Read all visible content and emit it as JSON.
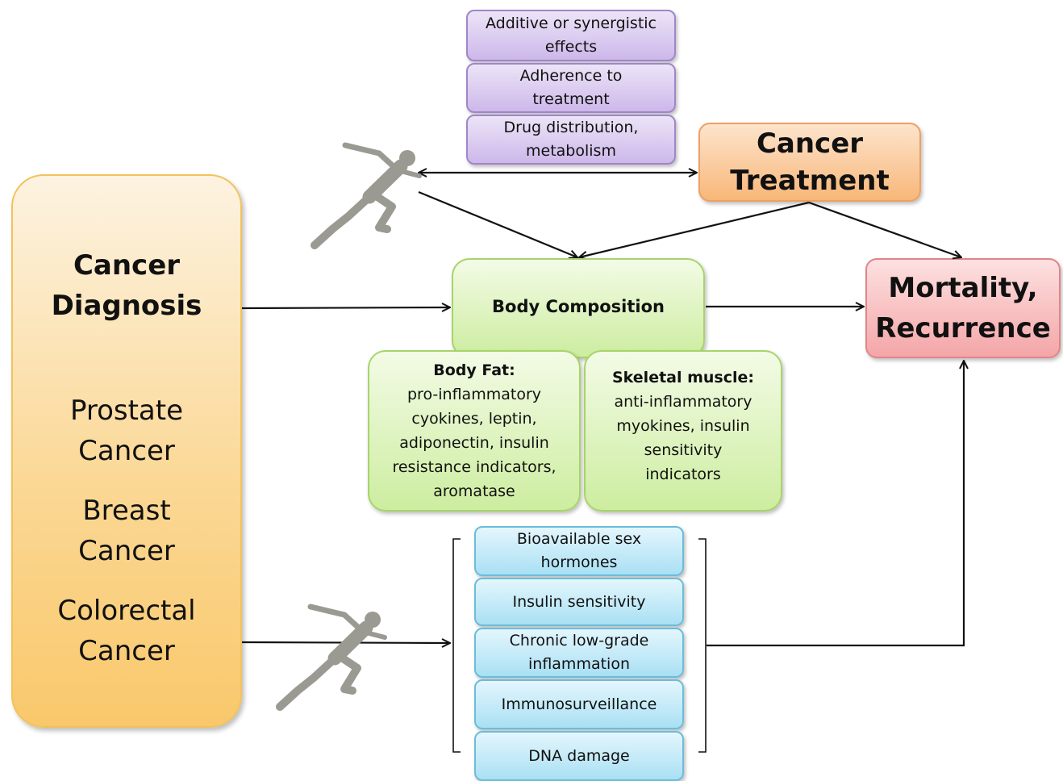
{
  "mechanisms_top": [
    {
      "lines": [
        "Additive or synergistic",
        "effects"
      ]
    },
    {
      "lines": [
        "Adherence to",
        "treatment"
      ]
    },
    {
      "lines": [
        "Drug distribution,",
        "metabolism"
      ]
    }
  ],
  "cancer_treatment": {
    "lines": [
      "Cancer",
      "Treatment"
    ]
  },
  "cancer_diagnosis": {
    "title_lines": [
      "Cancer",
      "Diagnosis"
    ],
    "types": [
      {
        "lines": [
          "Prostate",
          "Cancer"
        ]
      },
      {
        "lines": [
          "Breast",
          "Cancer"
        ]
      },
      {
        "lines": [
          "Colorectal",
          "Cancer"
        ]
      }
    ]
  },
  "body_composition": {
    "title": "Body Composition",
    "body_fat": {
      "heading": "Body Fat:",
      "lines": [
        "pro-inflammatory",
        "cyokines, leptin,",
        "adiponectin, insulin",
        "resistance indicators,",
        "aromatase"
      ]
    },
    "skeletal_muscle": {
      "heading": "Skeletal muscle:",
      "lines": [
        "anti-inflammatory",
        "myokines, insulin",
        "sensitivity",
        "indicators"
      ]
    }
  },
  "mortality": {
    "lines": [
      "Mortality,",
      "Recurrence"
    ]
  },
  "mechanisms_bottom": [
    {
      "lines": [
        "Bioavailable sex",
        "hormones"
      ]
    },
    {
      "lines": [
        "Insulin sensitivity"
      ]
    },
    {
      "lines": [
        "Chronic low-grade",
        "inflammation"
      ]
    },
    {
      "lines": [
        "Immunosurveillance"
      ]
    },
    {
      "lines": [
        "DNA damage"
      ]
    }
  ],
  "colors": {
    "purple": "#cdb8ea",
    "blue": "#a9e0f4",
    "green": "#cdeda0",
    "orange": "#f9c86b",
    "treatment": "#f8b779",
    "mortality": "#f4a6a8",
    "runner": "#9a9a92",
    "arrow": "#111111"
  },
  "icons": [
    "runner-icon",
    "runner-icon"
  ]
}
